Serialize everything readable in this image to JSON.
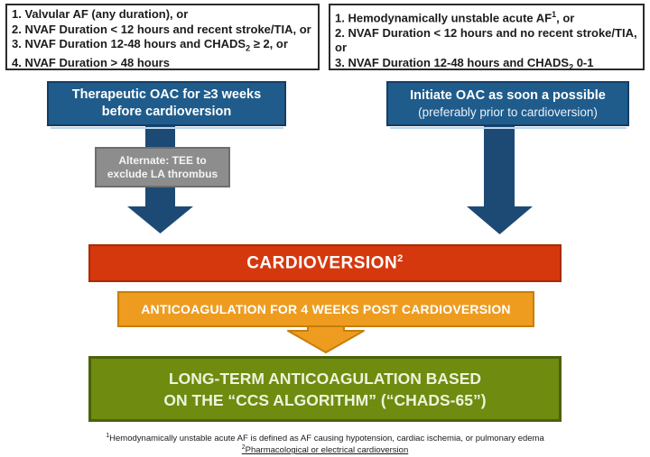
{
  "palette": {
    "blue_box": "#1f5c8b",
    "blue_box_border": "#143d66",
    "navy_arrow": "#1d4a75",
    "gray_box": "#8d8d8d",
    "red_box": "#d6380e",
    "orange_box": "#ee9c20",
    "green_box": "#6f8b10",
    "light_blue_shadow": "#bdd7ee",
    "criteria_border": "#2b2b2b"
  },
  "criteria_left": {
    "items": [
      {
        "text": "1. Valvular AF (any duration), or"
      },
      {
        "text": "2. NVAF Duration < 12 hours and recent stroke/TIA, or"
      },
      {
        "pre": "3. NVAF Duration 12-48 hours and CHADS",
        "sub": "2",
        "post": " ≥ 2, or"
      },
      {
        "text": "4. NVAF Duration > 48 hours"
      }
    ]
  },
  "criteria_right": {
    "items": [
      {
        "pre": "1. Hemodynamically unstable acute AF",
        "sup": "1",
        "post": ", or"
      },
      {
        "text": "2. NVAF Duration < 12 hours and no recent stroke/TIA, or"
      },
      {
        "pre": "3. NVAF Duration 12-48 hours and CHADS",
        "sub": "2",
        "post": " 0-1"
      }
    ]
  },
  "oac_left": {
    "line1": "Therapeutic OAC for ≥3 weeks",
    "line2": "before cardioversion"
  },
  "oac_right": {
    "line1": "Initiate OAC as soon a possible",
    "line2": "(preferably prior to cardioversion)"
  },
  "alternate_note": {
    "line1": "Alternate: TEE to",
    "line2": "exclude LA thrombus"
  },
  "cardioversion": {
    "label": "CARDIOVERSION",
    "superscript": "2"
  },
  "post_anticoagulation": {
    "label": "ANTICOAGULATION FOR 4 WEEKS POST CARDIOVERSION"
  },
  "long_term": {
    "line1": "LONG-TERM ANTICOAGULATION BASED",
    "line2": "ON THE “CCS ALGORITHM” (“CHADS-65”)"
  },
  "footnotes": {
    "note1_sup": "1",
    "note1_text": "Hemodynamically unstable acute AF is defined as AF causing hypotension, cardiac ischemia, or pulmonary edema",
    "note2_sup": "2",
    "note2_text": "Pharmacological or electrical cardioversion"
  }
}
